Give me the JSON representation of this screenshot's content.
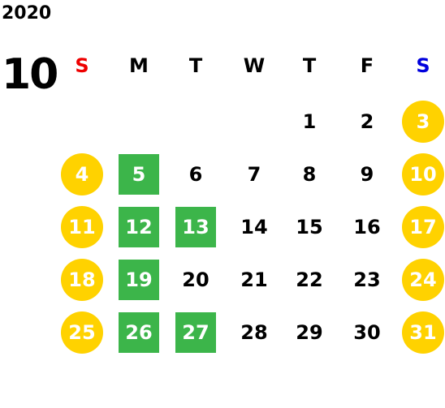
{
  "year": "2020",
  "month": "10",
  "weekdays": [
    "S",
    "M",
    "T",
    "W",
    "T",
    "F",
    "S"
  ],
  "colors": {
    "sunday_header": "#ee0000",
    "saturday_header": "#0000dd",
    "weekend_circle": "#ffd200",
    "highlight_square": "#3cb54a",
    "default_text": "#000000"
  },
  "weeks": [
    [
      null,
      null,
      null,
      null,
      {
        "d": "1"
      },
      {
        "d": "2"
      },
      {
        "d": "3",
        "s": "circle"
      }
    ],
    [
      {
        "d": "4",
        "s": "circle"
      },
      {
        "d": "5",
        "s": "square"
      },
      {
        "d": "6"
      },
      {
        "d": "7"
      },
      {
        "d": "8"
      },
      {
        "d": "9"
      },
      {
        "d": "10",
        "s": "circle"
      }
    ],
    [
      {
        "d": "11",
        "s": "circle"
      },
      {
        "d": "12",
        "s": "square"
      },
      {
        "d": "13",
        "s": "square"
      },
      {
        "d": "14"
      },
      {
        "d": "15"
      },
      {
        "d": "16"
      },
      {
        "d": "17",
        "s": "circle"
      }
    ],
    [
      {
        "d": "18",
        "s": "circle"
      },
      {
        "d": "19",
        "s": "square"
      },
      {
        "d": "20"
      },
      {
        "d": "21"
      },
      {
        "d": "22"
      },
      {
        "d": "23"
      },
      {
        "d": "24",
        "s": "circle"
      }
    ],
    [
      {
        "d": "25",
        "s": "circle"
      },
      {
        "d": "26",
        "s": "square"
      },
      {
        "d": "27",
        "s": "square"
      },
      {
        "d": "28"
      },
      {
        "d": "29"
      },
      {
        "d": "30"
      },
      {
        "d": "31",
        "s": "circle"
      }
    ]
  ]
}
